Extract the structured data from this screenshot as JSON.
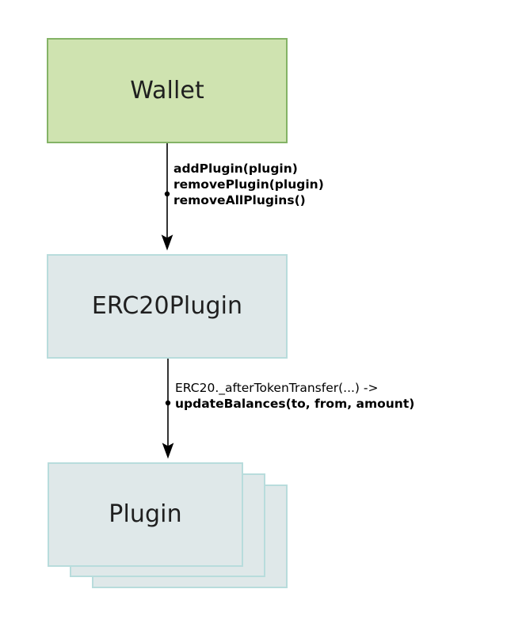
{
  "diagram": {
    "title": "Wallet plugin architecture flow",
    "background": "#ffffff",
    "nodes": [
      {
        "id": "wallet",
        "label": "Wallet",
        "fill": "#cfe3b0",
        "stroke": "#84b366",
        "shape": "rectangle"
      },
      {
        "id": "erc20plugin",
        "label": "ERC20Plugin",
        "fill": "#dfe8e9",
        "stroke": "#b8dcdc",
        "shape": "rectangle"
      },
      {
        "id": "plugin",
        "label": "Plugin",
        "fill": "#dfe8e9",
        "stroke": "#b8dcdc",
        "shape": "stacked-rectangle",
        "stack_count": 3
      }
    ],
    "edges": [
      {
        "id": "wallet-to-erc20",
        "from": "wallet",
        "to": "erc20plugin",
        "arrow": "down",
        "stroke": "#000000",
        "labels": [
          {
            "text": "addPlugin(plugin)",
            "bold": true
          },
          {
            "text": "removePlugin(plugin)",
            "bold": true
          },
          {
            "text": "removeAllPlugins()",
            "bold": true
          }
        ]
      },
      {
        "id": "erc20-to-plugin",
        "from": "erc20plugin",
        "to": "plugin",
        "arrow": "down",
        "stroke": "#000000",
        "labels": [
          {
            "text": "ERC20._afterTokenTransfer(...) ->",
            "bold": false
          },
          {
            "text": "updateBalances(to, from, amount)",
            "bold": true
          }
        ]
      }
    ]
  }
}
